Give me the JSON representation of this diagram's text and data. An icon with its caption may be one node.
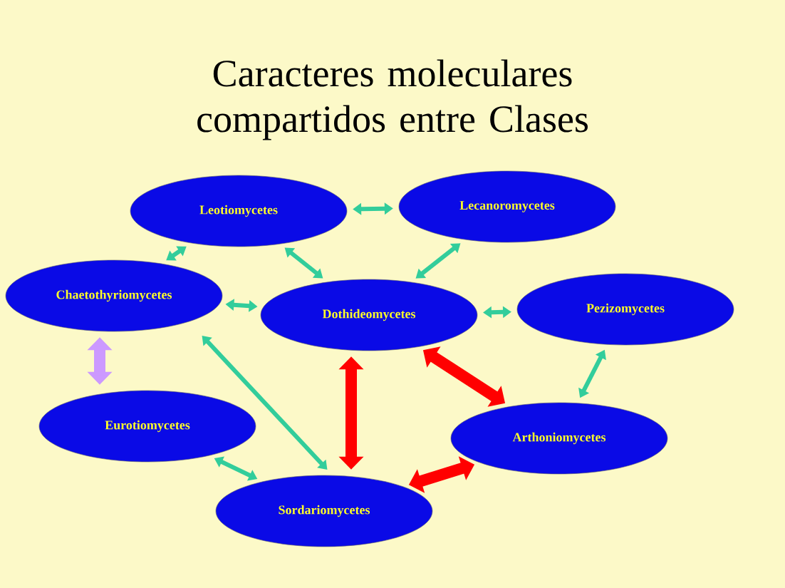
{
  "diagram": {
    "title": "Caracteres moleculares compartidos entre Clases",
    "nodes": [
      {
        "text": [
          "Leotiomycetes"
        ]
      },
      {
        "text": [
          "Lecanoromycetes"
        ]
      },
      {
        "text": [
          "Chaetothyriomycetes"
        ]
      },
      {
        "text": [
          "Dothideomycetes"
        ]
      },
      {
        "text": [
          "Pezizomycetes"
        ]
      },
      {
        "text": [
          "Eurotiomycetes"
        ]
      },
      {
        "text": [
          "Arthoniomycetes"
        ]
      },
      {
        "text": [
          "Sordariomycetes"
        ]
      }
    ],
    "edges": [
      {
        "from": 0,
        "to": 1,
        "arrow": "both"
      },
      {
        "from": 0,
        "to": 2,
        "arrow": "both"
      },
      {
        "from": 0,
        "to": 3,
        "arrow": "both"
      },
      {
        "from": 1,
        "to": 3,
        "arrow": "both"
      },
      {
        "from": 2,
        "to": 3,
        "arrow": "both"
      },
      {
        "from": 3,
        "to": 4,
        "arrow": "both"
      },
      {
        "from": 4,
        "to": 6,
        "arrow": "both"
      },
      {
        "from": 2,
        "to": 7,
        "arrow": "both"
      },
      {
        "from": 2,
        "to": 5,
        "arrow": "both",
        "style": "thick",
        "color": "#cc99ff"
      },
      {
        "from": 3,
        "to": 7,
        "arrow": "both",
        "style": "thick",
        "color": "#ff0000"
      },
      {
        "from": 3,
        "to": 6,
        "arrow": "both",
        "style": "thick",
        "color": "#ff0000"
      },
      {
        "from": 5,
        "to": 7,
        "arrow": "both"
      },
      {
        "from": 7,
        "to": 6,
        "arrow": "both",
        "style": "thick",
        "color": "#ff0000"
      }
    ]
  }
}
